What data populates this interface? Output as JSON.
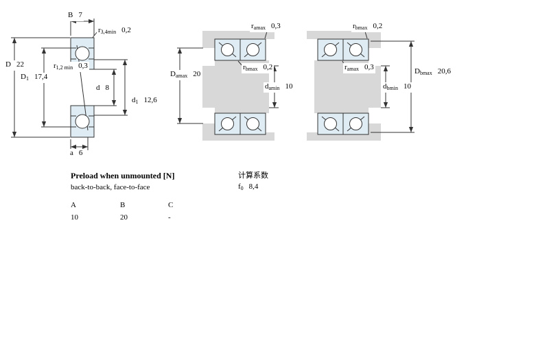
{
  "figure_left": {
    "dims": [
      {
        "sym": "B",
        "sub": "",
        "val": "7"
      },
      {
        "sym": "r",
        "sub": "3,4min",
        "val": "0,2"
      },
      {
        "sym": "D",
        "sub": "",
        "val": "22"
      },
      {
        "sym": "r",
        "sub": "1,2 min",
        "val": "0,3"
      },
      {
        "sym": "D",
        "sub": "1",
        "val": "17,4"
      },
      {
        "sym": "d",
        "sub": "",
        "val": "8"
      },
      {
        "sym": "d",
        "sub": "1",
        "val": "12,6"
      },
      {
        "sym": "a",
        "sub": "",
        "val": "6"
      }
    ]
  },
  "figure_pair_back_to_back": {
    "dims": [
      {
        "sym": "r",
        "sub": "amax",
        "val": "0,3"
      },
      {
        "sym": "D",
        "sub": "amax",
        "val": "20"
      },
      {
        "sym": "r",
        "sub": "bmax",
        "val": "0,2"
      },
      {
        "sym": "d",
        "sub": "amin",
        "val": "10"
      }
    ]
  },
  "figure_pair_face_to_face": {
    "dims": [
      {
        "sym": "r",
        "sub": "bmax",
        "val": "0,2"
      },
      {
        "sym": "r",
        "sub": "amax",
        "val": "0,3"
      },
      {
        "sym": "D",
        "sub": "bmax",
        "val": "20,6"
      },
      {
        "sym": "d",
        "sub": "bmin",
        "val": "10"
      }
    ]
  },
  "preload": {
    "title": "Preload when unmounted [N]",
    "subtitle": "back-to-back, face-to-face",
    "columns": [
      "A",
      "B",
      "C"
    ],
    "values": [
      "10",
      "20",
      "-"
    ]
  },
  "calculation": {
    "title": "计算系数",
    "f0": {
      "sym": "f",
      "sub": "0",
      "val": "8,4"
    }
  },
  "colors": {
    "ring_fill": "#dfecf4",
    "metal_gray": "#d8d8d8",
    "line": "#333333"
  }
}
